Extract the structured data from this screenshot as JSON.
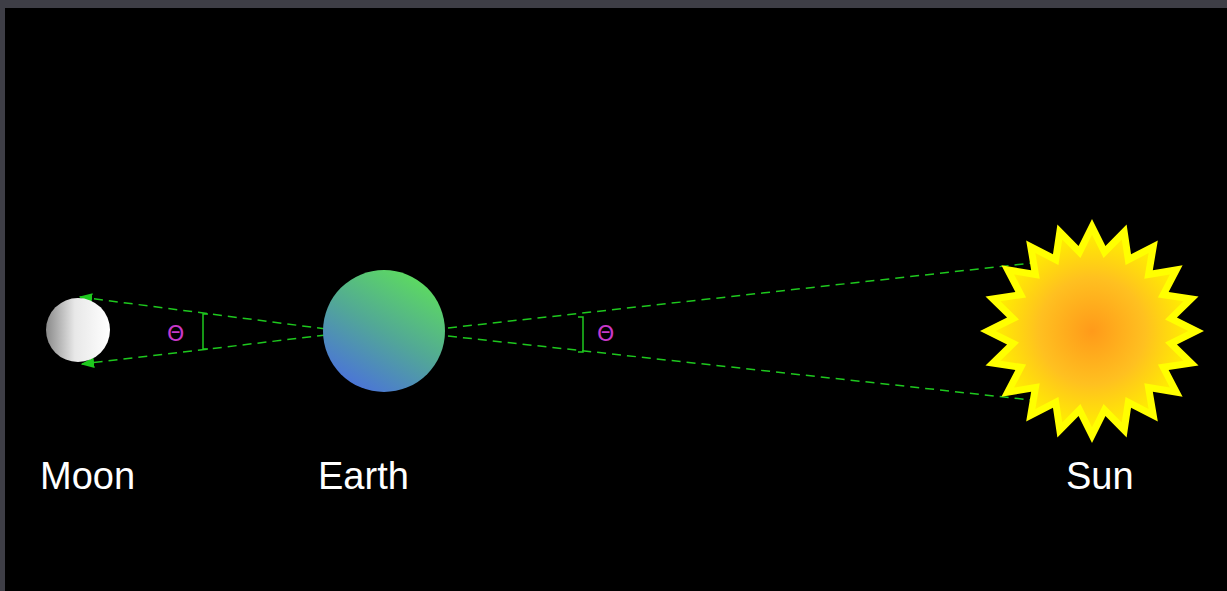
{
  "diagram": {
    "labels": [
      "Moon",
      "Earth",
      "Sun",
      "Θ",
      "Θ"
    ]
  }
}
